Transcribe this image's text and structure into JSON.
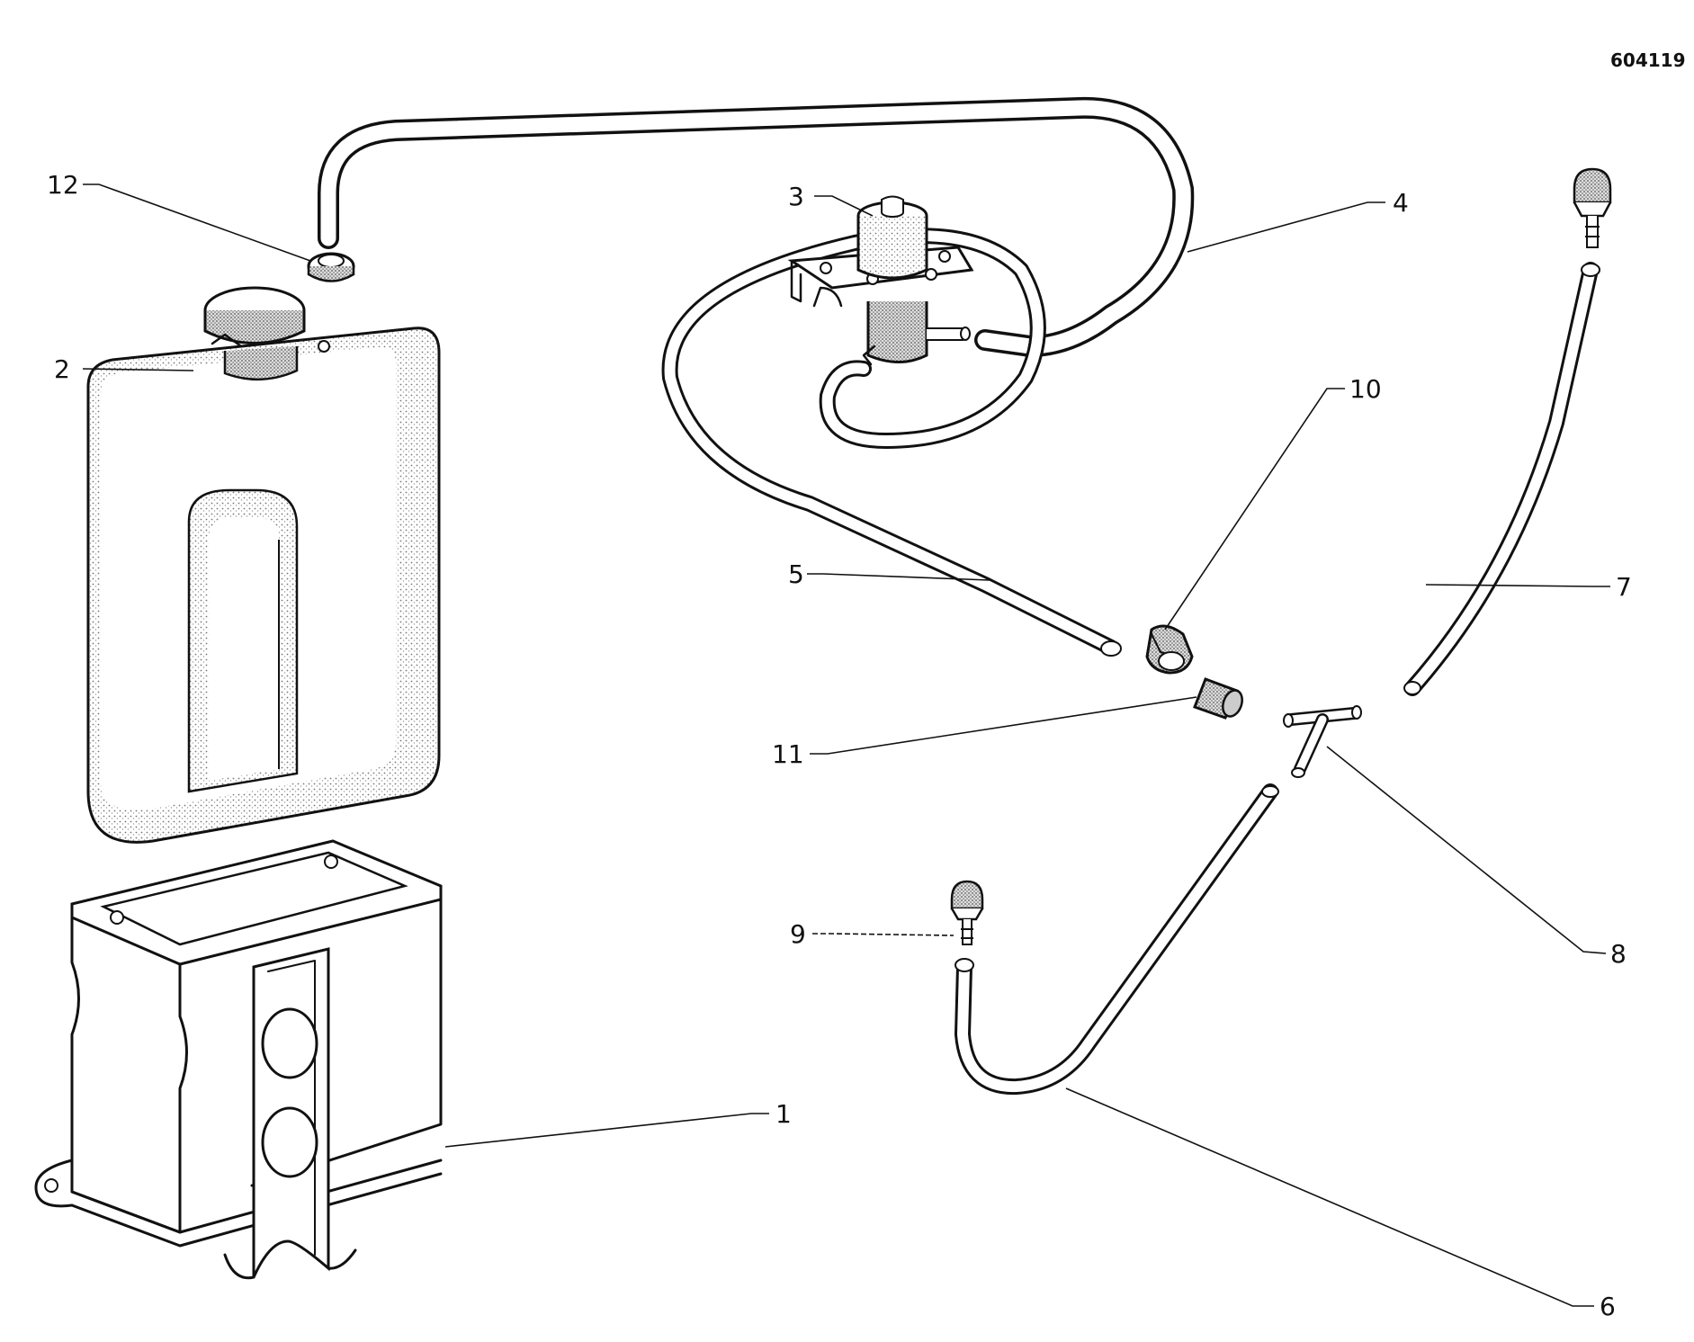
{
  "drawing": {
    "ref_number": "604119"
  },
  "parts": [
    {
      "id": "1",
      "label": "1"
    },
    {
      "id": "2",
      "label": "2"
    },
    {
      "id": "3",
      "label": "3"
    },
    {
      "id": "4",
      "label": "4"
    },
    {
      "id": "5",
      "label": "5"
    },
    {
      "id": "6",
      "label": "6"
    },
    {
      "id": "7",
      "label": "7"
    },
    {
      "id": "8",
      "label": "8"
    },
    {
      "id": "9",
      "label": "9"
    },
    {
      "id": "10",
      "label": "10"
    },
    {
      "id": "11",
      "label": "11"
    },
    {
      "id": "12",
      "label": "12"
    }
  ],
  "colors": {
    "ink": "#111111",
    "paper": "#ffffff",
    "shade": "#9a9a9a"
  }
}
